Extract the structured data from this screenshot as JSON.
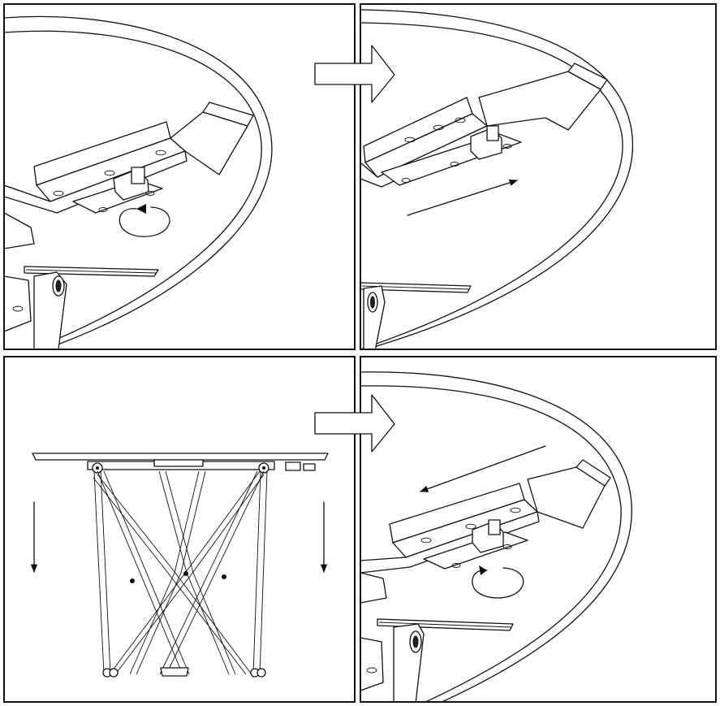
{
  "panels": [
    {
      "id": "top-left",
      "step": 1,
      "action": "rotate-lock-lever"
    },
    {
      "id": "top-right",
      "step": 2,
      "action": "slide-rail-right"
    },
    {
      "id": "bottom-left",
      "step": 3,
      "action": "lower-table"
    },
    {
      "id": "bottom-right",
      "step": 4,
      "action": "slide-rail-left-and-rotate-lock"
    }
  ],
  "icons": {
    "next_arrow": "block-arrow-right-icon",
    "rotate": "rotation-arrow-icon",
    "slide": "direction-arrow-icon",
    "down": "down-arrow-icon"
  },
  "colors": {
    "line": "#111111",
    "background": "#ffffff"
  }
}
